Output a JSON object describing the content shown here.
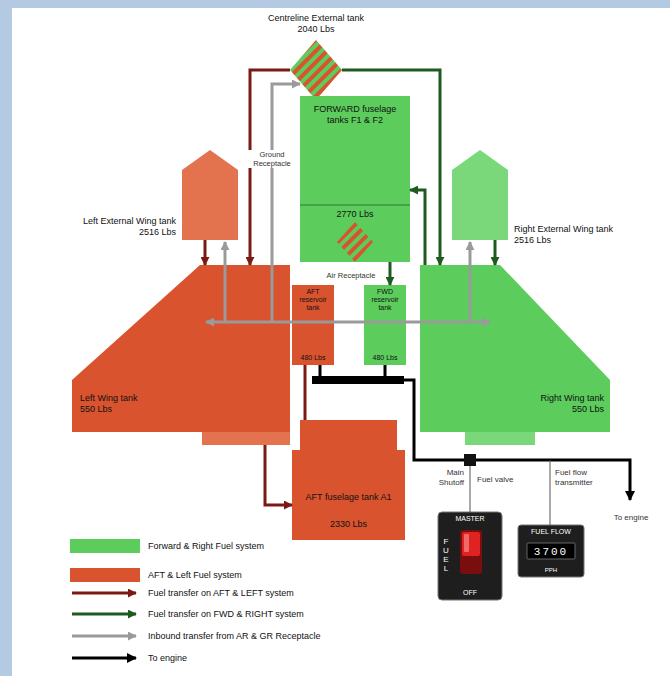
{
  "diagram": {
    "nodes": [
      {
        "text": [
          "Centreline External tank",
          "2040 Lbs"
        ]
      },
      {
        "text": [
          "FORWARD fuselage tanks F1 & F2",
          "2770 Lbs"
        ]
      },
      {
        "text": [
          "Left External Wing tank",
          "2516 Lbs"
        ]
      },
      {
        "text": [
          "Right External Wing tank",
          "2516 Lbs"
        ]
      },
      {
        "text": [
          "Left Wing tank",
          "550 Lbs"
        ]
      },
      {
        "text": [
          "Right Wing tank",
          "550 Lbs"
        ]
      },
      {
        "text": [
          "AFT reservoir tank",
          "480 Lbs"
        ]
      },
      {
        "text": [
          "FWD reservoir tank",
          "480 Lbs"
        ]
      },
      {
        "text": [
          "AFT fuselage tank A1",
          "2330 Lbs"
        ]
      },
      {
        "text": [
          "MASTER",
          "FUEL",
          "OFF"
        ]
      },
      {
        "text": [
          "FUEL FLOW",
          "3700",
          "PPH"
        ]
      }
    ],
    "edges": [
      {
        "from": 0,
        "to": 4,
        "arrow": "to"
      },
      {
        "from": 2,
        "to": 4,
        "arrow": "to"
      },
      {
        "from": 4,
        "to": 8,
        "arrow": "to"
      },
      {
        "from": 8,
        "to": 6,
        "arrow": "none"
      },
      {
        "from": 0,
        "to": 5,
        "arrow": "to"
      },
      {
        "from": 3,
        "to": 5,
        "arrow": "to"
      },
      {
        "from": 5,
        "to": 1,
        "arrow": "to"
      },
      {
        "from": 1,
        "to": 7,
        "arrow": "to"
      }
    ],
    "labels": [
      "Ground Receptacle",
      "Air Receptacle",
      "Main Shutoff",
      "Fuel valve",
      "Fuel flow transmitter",
      "To engine"
    ],
    "legend": [
      {
        "text": "Forward & Right Fuel system",
        "color": "#5ccc5c"
      },
      {
        "text": "AFT & Left Fuel system",
        "color": "#d9532f"
      },
      {
        "text": "Fuel transfer on AFT & LEFT system"
      },
      {
        "text": "Fuel transfer on FWD & RIGHT system"
      },
      {
        "text": "Inbound transfer from AR & GR Receptacle"
      },
      {
        "text": "To engine"
      }
    ]
  }
}
